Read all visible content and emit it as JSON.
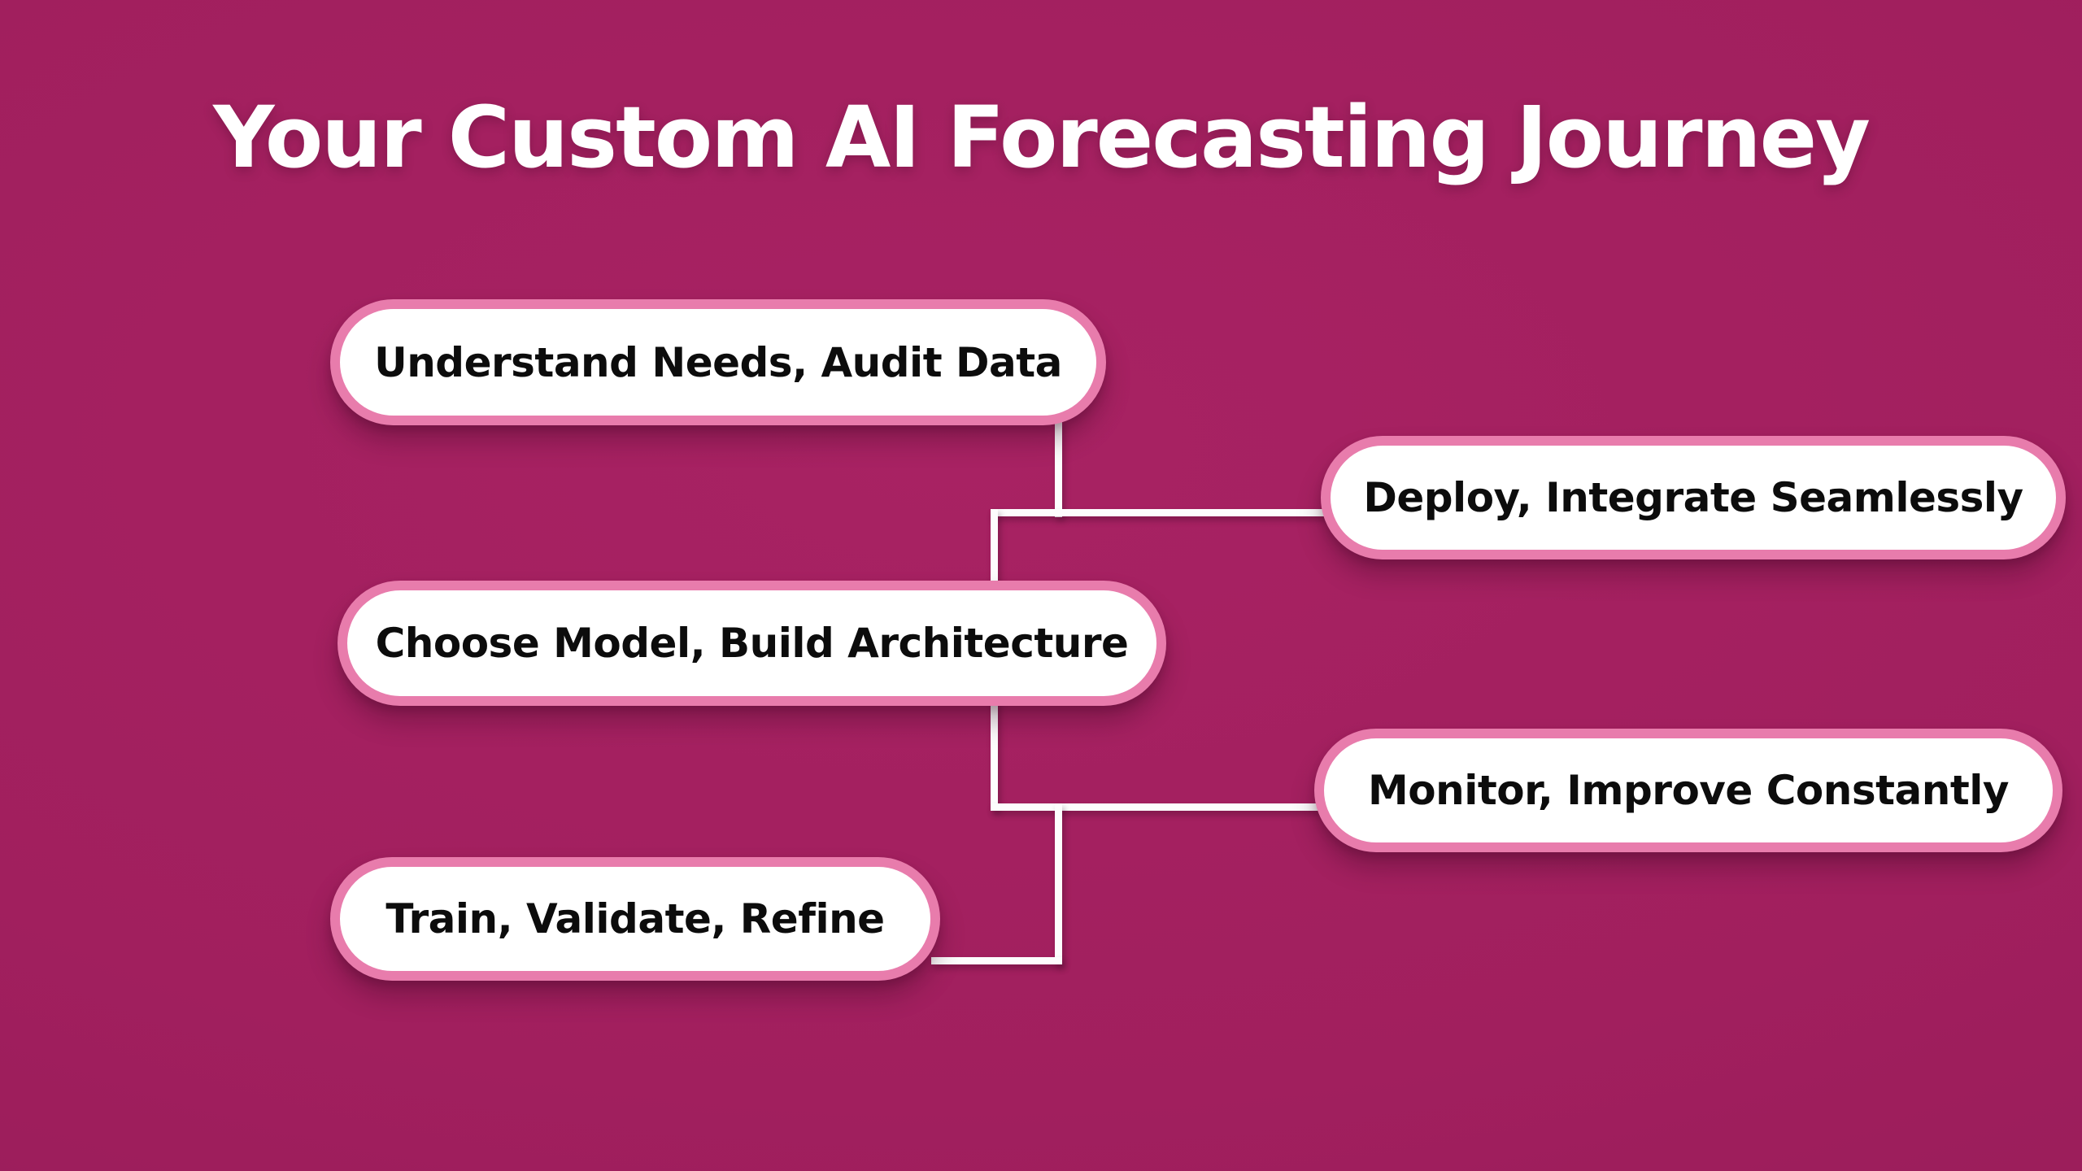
{
  "title": "Your Custom AI Forecasting Journey",
  "colors": {
    "bg_base": "#a11f5e",
    "bg_center": "#a82263",
    "node_fill": "#ffffff",
    "node_border": "#e87cac",
    "node_text": "#0c0c0c",
    "connector": "#fdfdfd",
    "title_text": "#ffffff"
  },
  "nodes": [
    {
      "id": "understand",
      "label": "Understand Needs, Audit Data"
    },
    {
      "id": "deploy",
      "label": "Deploy, Integrate Seamlessly"
    },
    {
      "id": "choose",
      "label": "Choose Model, Build Architecture"
    },
    {
      "id": "monitor",
      "label": "Monitor, Improve Constantly"
    },
    {
      "id": "train",
      "label": "Train, Validate, Refine"
    }
  ]
}
